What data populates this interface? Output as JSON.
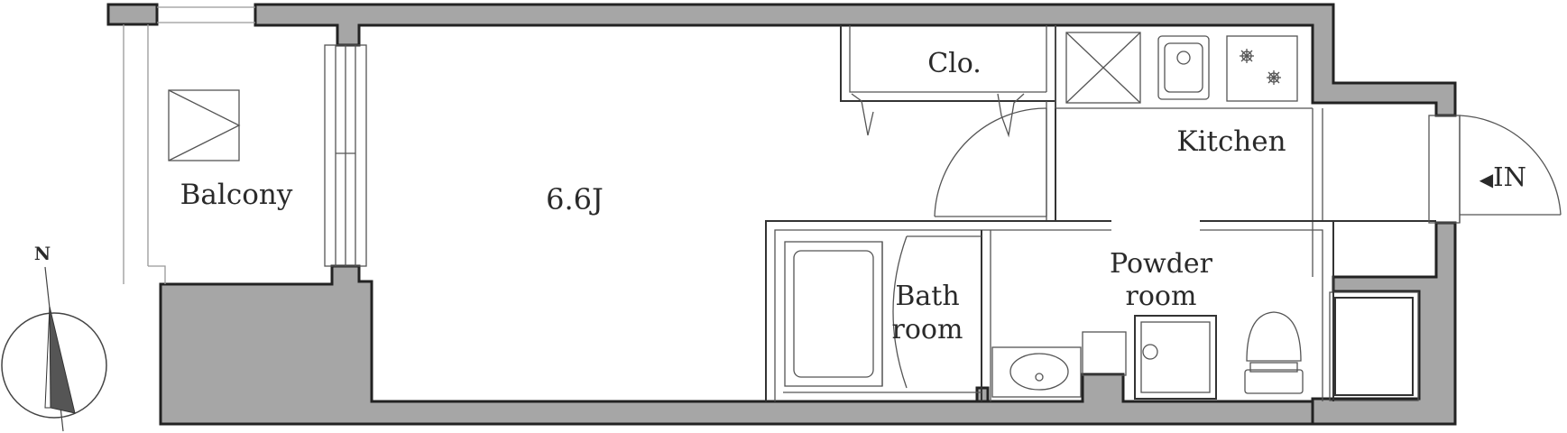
{
  "floor_plan": {
    "rooms": {
      "balcony": "Balcony",
      "main_room": "6.6J",
      "closet": "Clo.",
      "kitchen": "Kitchen",
      "bathroom_line1": "Bath",
      "bathroom_line2": "room",
      "powder_line1": "Powder",
      "powder_line2": "room"
    },
    "entrance": {
      "arrow": "◀",
      "label": "IN"
    },
    "compass": {
      "north": "N"
    }
  }
}
